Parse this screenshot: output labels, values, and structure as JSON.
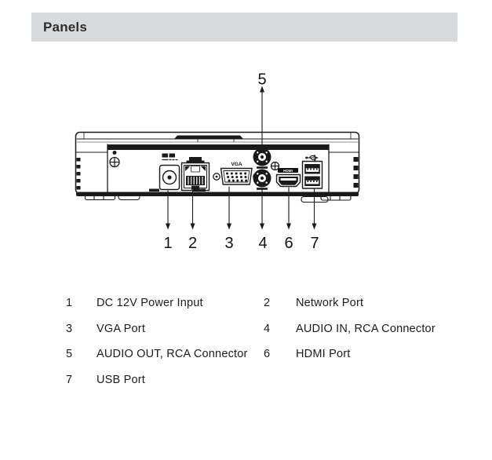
{
  "header": {
    "title": "Panels"
  },
  "colors": {
    "header_bg": "#d9dadc",
    "ink": "#1a1a1a",
    "paper": "#ffffff"
  },
  "diagram": {
    "description": "Rear panel line drawing of recorder with numbered callouts",
    "callouts": {
      "c1": "1",
      "c2": "2",
      "c3": "3",
      "c4": "4",
      "c5": "5",
      "c6": "6",
      "c7": "7"
    },
    "port_labels": {
      "vga": "VGA",
      "hdmi": "HDMI"
    }
  },
  "legend": {
    "rows": [
      {
        "num1": "1",
        "label1": "DC 12V Power Input",
        "num2": "2",
        "label2": "Network Port"
      },
      {
        "num1": "3",
        "label1": "VGA Port",
        "num2": "4",
        "label2": "AUDIO IN, RCA Connector"
      },
      {
        "num1": "5",
        "label1": "AUDIO OUT, RCA Connector",
        "num2": "6",
        "label2": "HDMI Port"
      },
      {
        "num1": "7",
        "label1": "USB Port",
        "num2": "",
        "label2": ""
      }
    ]
  }
}
